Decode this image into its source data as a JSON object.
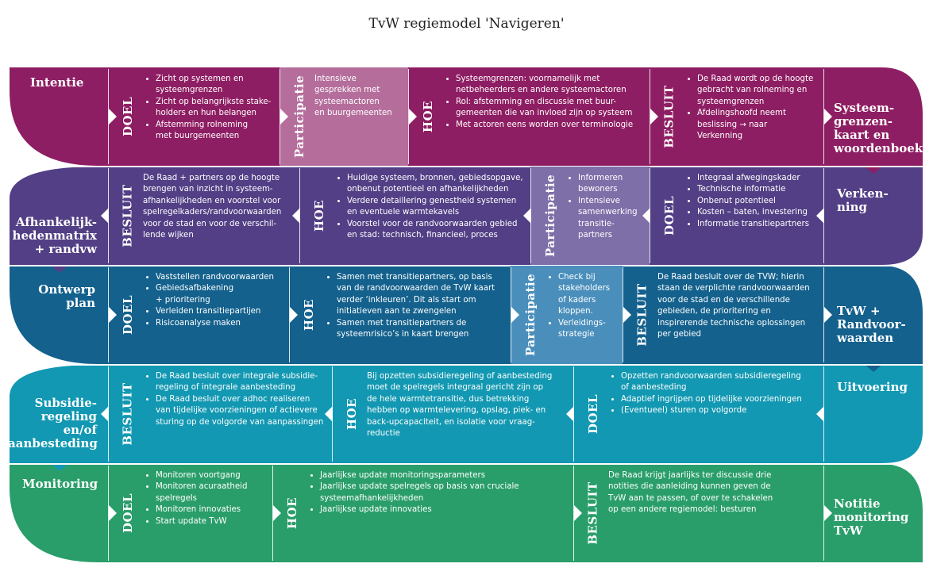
{
  "title": "TvW regiemodel 'Navigeren'",
  "colors": {
    "band1": "#8e1e63",
    "band1_part": "#b56e9c",
    "band2": "#523f85",
    "band2_part": "#7f6fa8",
    "band3": "#14618d",
    "band3_part": "#4a8fbc",
    "band4": "#1298b2",
    "band5": "#2a9e6a"
  },
  "rows": [
    {
      "left_label": "Intentie",
      "right_label": "Systeem-\ngrenzen-\nkaart en\nwoordenboek",
      "cells": [
        {
          "label": "DOEL",
          "items": [
            "Zicht op systemen en\nsysteemgrenzen",
            "Zicht op belangrijkste stake-\nholders en hun belangen",
            "Afstemming rolneming\nmet buurgemeenten"
          ]
        },
        {
          "label": "Participatie",
          "text": "Intensieve\ngesprekken met\nsysteemactoren\nen buurgemeenten"
        },
        {
          "label": "HOE",
          "items": [
            "Systeemgrenzen: voornamelijk met\nnetbeheerders en andere systeemactoren",
            "Rol: afstemming en discussie met buur-\ngemeenten die van invloed zijn op systeem",
            "Met actoren eens worden over terminologie"
          ]
        },
        {
          "label": "BESLUIT",
          "items": [
            "De Raad wordt op de hoogte\ngebracht van rolneming en\nsysteemgrenzen",
            "Afdelingshoofd neemt\nbeslissing → naar\nVerkenning"
          ]
        }
      ]
    },
    {
      "left_label": "Afhankelijk-\nhedenmatrix\n+ randvw",
      "right_label": "Verken-\nning",
      "cells": [
        {
          "label": "BESLUIT",
          "text": "De Raad + partners op de hoogte\nbrengen van inzicht in systeem-\nafhankelijkheden en voorstel voor\nspelregelkaders/randvoorwaarden\nvoor de stad en voor de verschil-\nlende wijken"
        },
        {
          "label": "HOE",
          "items": [
            "Huidige systeem, bronnen, gebiedsopgave,\nonbenut potentieel en afhankelijkheden",
            "Verdere detaillering genestheid systemen\nen eventuele warmtekavels",
            "Voorstel voor de randvoorwaarden gebied\nen stad: technisch, financieel, proces"
          ]
        },
        {
          "label": "Participatie",
          "items": [
            "Informeren\nbewoners",
            "Intensieve\nsamenwerking\ntransitie-\npartners"
          ]
        },
        {
          "label": "DOEL",
          "items": [
            "Integraal afwegingskader",
            "Technische informatie",
            "Onbenut potentieel",
            "Kosten – baten, investering",
            "Informatie transitiepartners"
          ]
        }
      ]
    },
    {
      "left_label": "Ontwerp\nplan",
      "right_label": "TvW +\nRandvoor-\nwaarden",
      "cells": [
        {
          "label": "DOEL",
          "items": [
            "Vaststellen randvoorwaarden",
            "Gebiedsafbakening\n+ prioritering",
            "Verleiden transitiepartijen",
            "Risicoanalyse maken"
          ]
        },
        {
          "label": "HOE",
          "items": [
            "Samen met transitiepartners, op basis\nvan de randvoorwaarden de TvW kaart\nverder ‘inkleuren’. Dit als start om\ninitiatieven aan te zwengelen",
            "Samen met transitiepartners de\nsysteemrisico’s in kaart brengen"
          ]
        },
        {
          "label": "Participatie",
          "items": [
            "Check bij\nstakeholders\nof kaders\nkloppen.",
            "Verleidings-\nstrategie"
          ]
        },
        {
          "label": "BESLUIT",
          "text": "De Raad besluit over de TVW; hierin\nstaan de verplichte randvoorwaarden\nvoor de stad en de verschillende\ngebieden, de prioritering en\ninspirerende technische oplossingen\nper gebied"
        }
      ]
    },
    {
      "left_label": "Subsidie-\nregeling\nen/of\naanbesteding",
      "right_label": "Uitvoering",
      "cells": [
        {
          "label": "BESLUIT",
          "items": [
            "De Raad besluit over integrale subsidie-\nregeling of integrale aanbesteding",
            "De Raad besluit over adhoc realiseren\nvan tijdelijke voorzieningen of actievere\nsturing op de volgorde van aanpassingen"
          ]
        },
        {
          "label": "HOE",
          "text": "Bij opzetten subsidieregeling of aanbesteding\nmoet de spelregels integraal gericht zijn op\nde hele warmtetransitie, dus betrekking\nhebben op warmtelevering, opslag, piek- en\nback-upcapaciteit, en isolatie voor vraag-\nreductie"
        },
        {
          "label": "DOEL",
          "items": [
            "Opzetten randvoorwaarden subsidieregeling\nof aanbesteding",
            "Adaptief ingrijpen op tijdelijke voorzieningen",
            "(Eventueel) sturen op volgorde"
          ]
        }
      ]
    },
    {
      "left_label": "Monitoring",
      "right_label": "Notitie\nmonitoring\nTvW",
      "cells": [
        {
          "label": "DOEL",
          "items": [
            "Monitoren voortgang",
            "Monitoren acuraatheid\nspelregels",
            "Monitoren innovaties",
            "Start update TvW"
          ]
        },
        {
          "label": "HOE",
          "items": [
            "Jaarlijkse update monitoringsparameters",
            "Jaarlijkse update spelregels op basis van cruciale\nsysteemafhankelijkheden",
            "Jaarlijkse update innovaties"
          ]
        },
        {
          "label": "BESLUIT",
          "text": "De Raad krijgt jaarlijks ter discussie drie\nnotities die aanleiding kunnen geven de\nTvW aan te passen, of over te schakelen\nop een andere regiemodel: besturen"
        }
      ]
    }
  ]
}
